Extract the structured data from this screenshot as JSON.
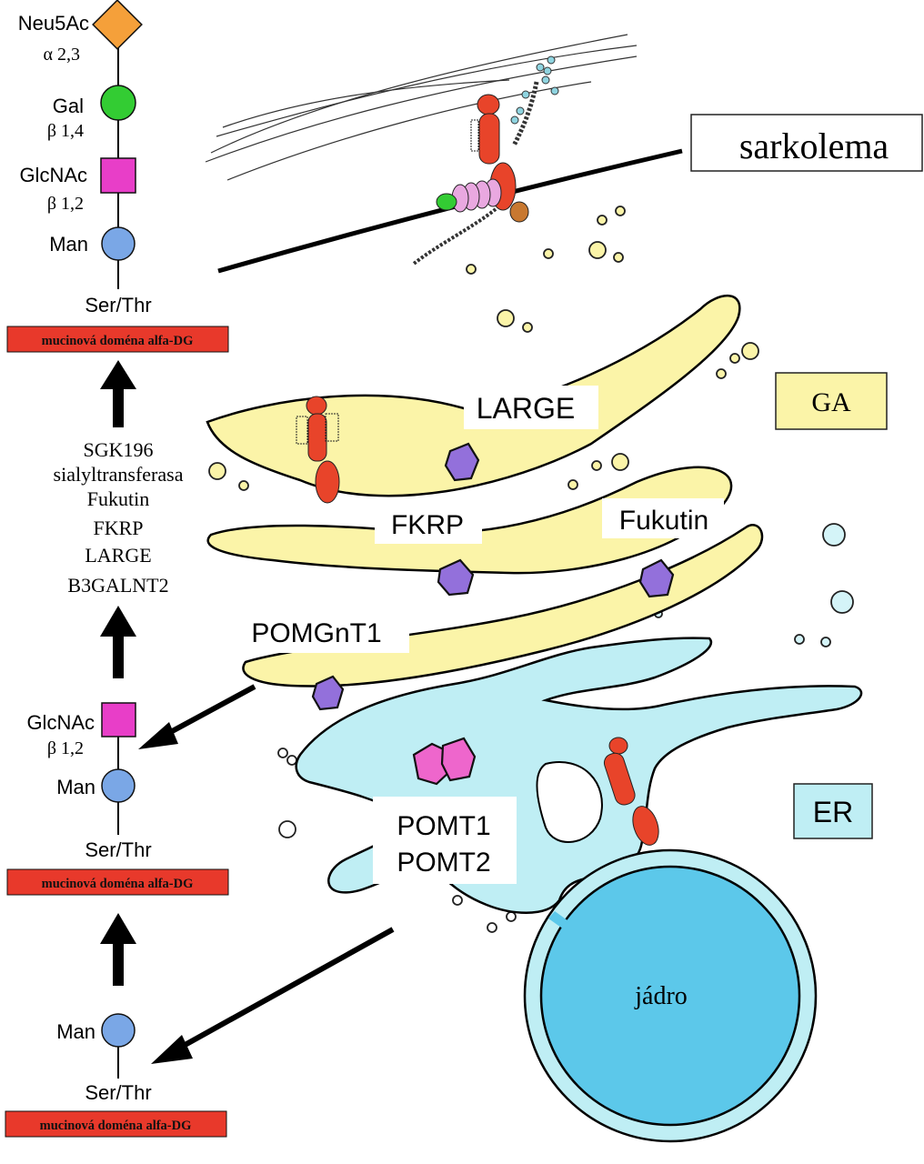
{
  "glycan_top": {
    "neu5ac": "Neu5Ac",
    "alpha23": "α 2,3",
    "gal": "Gal",
    "beta14": "β 1,4",
    "glcnac": "GlcNAc",
    "beta12": "β 1,2",
    "man": "Man",
    "serthr": "Ser/Thr",
    "domain": "mucinová doména alfa-DG"
  },
  "enzymes_list": [
    "SGK196",
    "sialyltransferasa",
    "Fukutin",
    "FKRP",
    "LARGE",
    "B3GALNT2"
  ],
  "glycan_mid": {
    "glcnac": "GlcNAc",
    "beta12": "β 1,2",
    "man": "Man",
    "serthr": "Ser/Thr",
    "domain": "mucinová doména alfa-DG"
  },
  "glycan_bottom": {
    "man": "Man",
    "serthr": "Ser/Thr",
    "domain": "mucinová doména alfa-DG"
  },
  "labels": {
    "sarkolema": "sarkolema",
    "ga": "GA",
    "er": "ER",
    "large": "LARGE",
    "fkrp": "FKRP",
    "fukutin": "Fukutin",
    "pomgnt1": "POMGnT1",
    "pomt1": "POMT1",
    "pomt2": "POMT2",
    "nucleus": "jádro"
  },
  "colors": {
    "neu5ac": "#f5a03a",
    "gal": "#33cc33",
    "glcnac": "#e83ec8",
    "man": "#7aa7e6",
    "domain_box": "#e8392b",
    "golgi": "#fbf4a8",
    "er": "#bfeef4",
    "nucleus": "#5cc8ea",
    "protein_red": "#e8442a",
    "enzyme_purple": "#9370db",
    "pomt_pink": "#ee66cc"
  }
}
